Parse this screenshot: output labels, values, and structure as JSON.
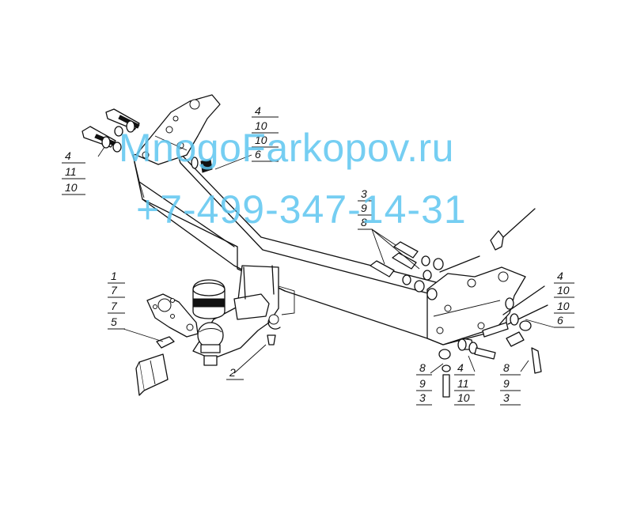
{
  "watermark": {
    "site": "MnogoFarkopov.ru",
    "phone": "+7-499-347-14-31",
    "color": "#5ec6f0"
  },
  "callouts": {
    "top_right": [
      "4",
      "10",
      "10",
      "6"
    ],
    "top_left": [
      "4",
      "11",
      "10"
    ],
    "middle_upper": [
      "3",
      "9",
      "8"
    ],
    "left_ball": [
      "1",
      "7",
      "7",
      "5"
    ],
    "bottom_hitch": [
      "2"
    ],
    "right_upper": [
      "4",
      "10",
      "10",
      "6"
    ],
    "bottom_a": [
      "8",
      "9",
      "3"
    ],
    "bottom_b": [
      "4",
      "11",
      "10"
    ],
    "bottom_c": [
      "8",
      "9",
      "3"
    ]
  }
}
